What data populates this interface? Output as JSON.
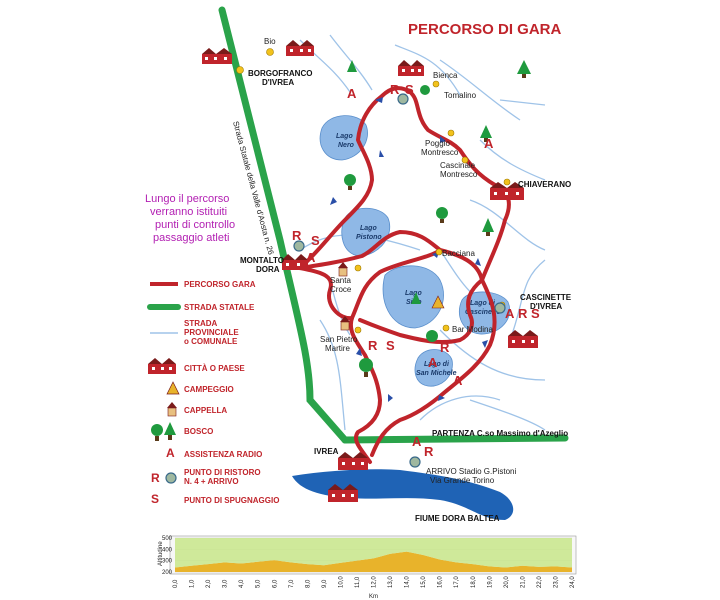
{
  "title": "PERCORSO DI GARA",
  "note_lines": [
    "Lungo il percorso",
    "verranno istituiti",
    "punti di controllo",
    "passaggio atleti"
  ],
  "road_label": "Strada Statale della Valle d'Aosta n. 26",
  "places": {
    "bio": "Bio",
    "borgofranco": "BORGOFRANCO",
    "borgofranco2": "D'IVREA",
    "bienca": "Bienca",
    "tomalino": "Tomalino",
    "poggio": "Poggio",
    "poggio2": "Montresco",
    "cascinale": "Cascinale",
    "cascinale2": "Montresco",
    "chiaverano": "CHIAVERANO",
    "bacciana": "Bacciana",
    "montalto": "MONTALTO",
    "montalto2": "DORA",
    "santa_croce": "Santa",
    "santa_croce2": "Croce",
    "cascinette": "CASCINETTE",
    "cascinette2": "D'IVREA",
    "bar_modina": "Bar Modina",
    "san_pietro": "San Pietro",
    "san_pietro2": "Martire",
    "ivrea": "IVREA",
    "partenza": "PARTENZA C.so Massimo d'Azeglio",
    "arrivo": "ARRIVO Stadio G.Pistoni",
    "arrivo2": "Via Grande Torino",
    "fiume": "FIUME DORA BALTEA"
  },
  "lakes": {
    "nero": [
      "Lago",
      "Nero"
    ],
    "pistono": [
      "Lago",
      "Pistono"
    ],
    "sirio": [
      "Lago",
      "Sirio"
    ],
    "cascinette": [
      "Lago di",
      "Cascinette"
    ],
    "san_michele": [
      "Lago di",
      "San Michele"
    ]
  },
  "legend": {
    "percorso": "PERCORSO GARA",
    "statale": "STRADA STATALE",
    "provinciale": [
      "STRADA",
      "PROVINCIALE",
      "o COMUNALE"
    ],
    "citta": "CITTÀ O PAESE",
    "campeggio": "CAMPEGGIO",
    "cappella": "CAPPELLA",
    "bosco": "BOSCO",
    "assistenza": "ASSISTENZA RADIO",
    "ristoro": [
      "PUNTO DI RISTORO",
      "N. 4 + ARRIVO"
    ],
    "spugnaggio": "PUNTO DI SPUGNAGGIO",
    "letter_a": "A",
    "letter_r": "R",
    "letter_s": "S"
  },
  "profile": {
    "y_label": "Altitudine",
    "x_label": "Km",
    "y_ticks": [
      "500",
      "400",
      "300",
      "200"
    ],
    "x_ticks": [
      "0,0",
      "1,0",
      "2,0",
      "3,0",
      "4,0",
      "5,0",
      "6,0",
      "7,0",
      "8,0",
      "9,0",
      "10,0",
      "11,0",
      "12,0",
      "13,0",
      "14,0",
      "15,0",
      "16,0",
      "17,0",
      "18,0",
      "19,0",
      "20,0",
      "21,0",
      "22,0",
      "23,0",
      "24,0"
    ],
    "km": [
      0,
      1,
      2,
      3,
      4,
      5,
      6,
      7,
      8,
      9,
      10,
      11,
      12,
      13,
      14,
      15,
      16,
      17,
      18,
      19,
      20,
      21,
      22,
      23,
      24
    ],
    "alt": [
      240,
      255,
      270,
      285,
      275,
      290,
      305,
      285,
      270,
      260,
      280,
      300,
      320,
      360,
      380,
      350,
      310,
      285,
      270,
      250,
      240,
      255,
      245,
      250,
      240
    ],
    "ylim": [
      200,
      500
    ]
  },
  "colors": {
    "route": "#c0242b",
    "statale": "#2aa34a",
    "river": "#1f63b5",
    "lake": "#8fb8e6",
    "road": "#9fc3e8",
    "tree": "#1f9a3e",
    "profile_fill": "#e8b32b",
    "profile_green": "#c8e68a",
    "note": "#b21fb2"
  }
}
